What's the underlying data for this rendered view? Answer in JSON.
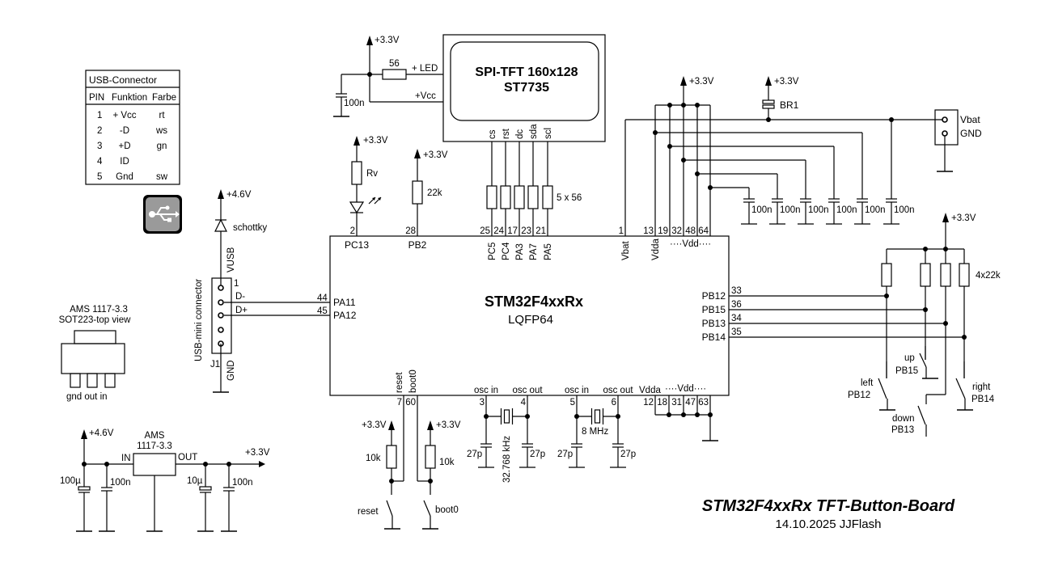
{
  "title": {
    "main": "STM32F4xxRx  TFT-Button-Board",
    "sub": "14.10.2025  JJFlash"
  },
  "usb_table": {
    "title": "USB-Connector",
    "headers": [
      "PIN",
      "Funktion",
      "Farbe"
    ],
    "rows": [
      [
        "1",
        "+ Vcc",
        "rt"
      ],
      [
        "2",
        "-D",
        "ws"
      ],
      [
        "3",
        "+D",
        "gn"
      ],
      [
        "4",
        "ID",
        ""
      ],
      [
        "5",
        "Gnd",
        "sw"
      ]
    ]
  },
  "usb_icon": "usb-icon",
  "mcu": {
    "name": "STM32F4xxRx",
    "package": "LQFP64",
    "top_pins": [
      {
        "num": "2",
        "label": "PC13"
      },
      {
        "num": "28",
        "label": "PB2"
      },
      {
        "num": "25",
        "label": "PC5"
      },
      {
        "num": "24",
        "label": "PC4"
      },
      {
        "num": "17",
        "label": "PA3"
      },
      {
        "num": "23",
        "label": "PA7"
      },
      {
        "num": "21",
        "label": "PA5"
      },
      {
        "num": "1",
        "label": "Vbat"
      },
      {
        "num": "13",
        "label": "Vdda"
      },
      {
        "num": "19",
        "label": ""
      },
      {
        "num": "32",
        "label": ""
      },
      {
        "num": "48",
        "label": ""
      },
      {
        "num": "64",
        "label": ""
      }
    ],
    "top_vdd_label": "····Vdd····",
    "left_pins": [
      {
        "num": "44",
        "label": "PA11"
      },
      {
        "num": "45",
        "label": "PA12"
      }
    ],
    "right_pins": [
      {
        "num": "33",
        "label": "PB12"
      },
      {
        "num": "36",
        "label": "PB15"
      },
      {
        "num": "34",
        "label": "PB13"
      },
      {
        "num": "35",
        "label": "PB14"
      }
    ],
    "bottom_pins": [
      {
        "num": "7",
        "label": "reset"
      },
      {
        "num": "60",
        "label": "boot0"
      },
      {
        "num": "3",
        "label": "osc in"
      },
      {
        "num": "4",
        "label": "osc out"
      },
      {
        "num": "5",
        "label": "osc in"
      },
      {
        "num": "6",
        "label": "osc out"
      },
      {
        "num": "12",
        "label": "Vdda"
      },
      {
        "num": "18",
        "label": ""
      },
      {
        "num": "31",
        "label": ""
      },
      {
        "num": "47",
        "label": ""
      },
      {
        "num": "63",
        "label": ""
      }
    ],
    "bottom_vdd_label": "····Vdd····"
  },
  "tft": {
    "line1": "SPI-TFT 160x128",
    "line2": "ST7735",
    "pins": [
      "cs",
      "rst",
      "dc",
      "sda",
      "scl"
    ],
    "led_label": "+ LED",
    "vcc_label": "+Vcc",
    "led_resistor": "56",
    "decoupling": "100n",
    "series_resistors": "5 x 56"
  },
  "supply": {
    "v33": "+3.3V",
    "v46": "+4.6V"
  },
  "led": {
    "resistor": "Rv"
  },
  "pb2": {
    "resistor": "22k"
  },
  "vdd_caps": [
    "100n",
    "100n",
    "100n",
    "100n",
    "100n",
    "100n"
  ],
  "battery": {
    "label": "BR1",
    "vbat": "Vbat",
    "gnd": "GND"
  },
  "usb_conn": {
    "name": "USB-mini connector",
    "ref": "J1",
    "vusb": "VUSB",
    "gnd": "GND",
    "pin1": "1",
    "dminus": "D-",
    "dplus": "D+",
    "diode": "schottky"
  },
  "buttons": {
    "pullups": "4x22k",
    "up": [
      "up",
      "PB15"
    ],
    "left": [
      "left",
      "PB12"
    ],
    "right": [
      "right",
      "PB14"
    ],
    "down": [
      "down",
      "PB13"
    ]
  },
  "reset_boot": {
    "r_reset": "10k",
    "r_boot": "10k",
    "sw_reset": "reset",
    "sw_boot": "boot0"
  },
  "osc": {
    "xtal1": "32.768 kHz",
    "xtal2": "8 MHz",
    "caps": [
      "27p",
      "27p",
      "27p",
      "27p"
    ]
  },
  "sot223": {
    "title1": "AMS 1117-3.3",
    "title2": "SOT223-top view",
    "pins": "gnd out  in"
  },
  "regulator": {
    "name1": "AMS",
    "name2": "1117-3.3",
    "in": "IN",
    "out": "OUT",
    "c_in_elko": "100µ",
    "c_in": "100n",
    "c_out_elko": "10µ",
    "c_out": "100n"
  }
}
